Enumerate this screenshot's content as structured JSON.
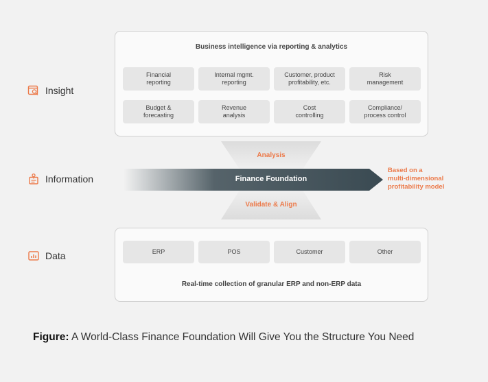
{
  "insight_panel": {
    "title": "Business intelligence via reporting & analytics",
    "row1": [
      "Financial\nreporting",
      "Internal mgmt.\nreporting",
      "Customer, product\nprofitability, etc.",
      "Risk\nmanagement"
    ],
    "row2": [
      "Budget &\nforecasting",
      "Revenue\nanalysis",
      "Cost\ncontrolling",
      "Compliance/\nprocess control"
    ]
  },
  "data_panel": {
    "cells": [
      "ERP",
      "POS",
      "Customer",
      "Other"
    ],
    "footer": "Real-time collection of granular ERP and non-ERP data"
  },
  "layers": {
    "insight": "Insight",
    "information": "Information",
    "data": "Data"
  },
  "flow": {
    "top": "Analysis",
    "bottom": "Validate & Align",
    "center": "Finance Foundation",
    "side_note": "Based on a\nmulti-dimensional\nprofitability model"
  },
  "caption": {
    "prefix": "Figure:",
    "text": "A World-Class Finance Foundation Will Give You the Structure You Need"
  },
  "colors": {
    "accent": "#ec7a4a",
    "arrow": "#3a4a52",
    "panel_cell": "#e6e6e6"
  },
  "icons": {
    "insight": "chart-magnifier-icon",
    "information": "document-person-icon",
    "data": "bar-chart-icon"
  }
}
